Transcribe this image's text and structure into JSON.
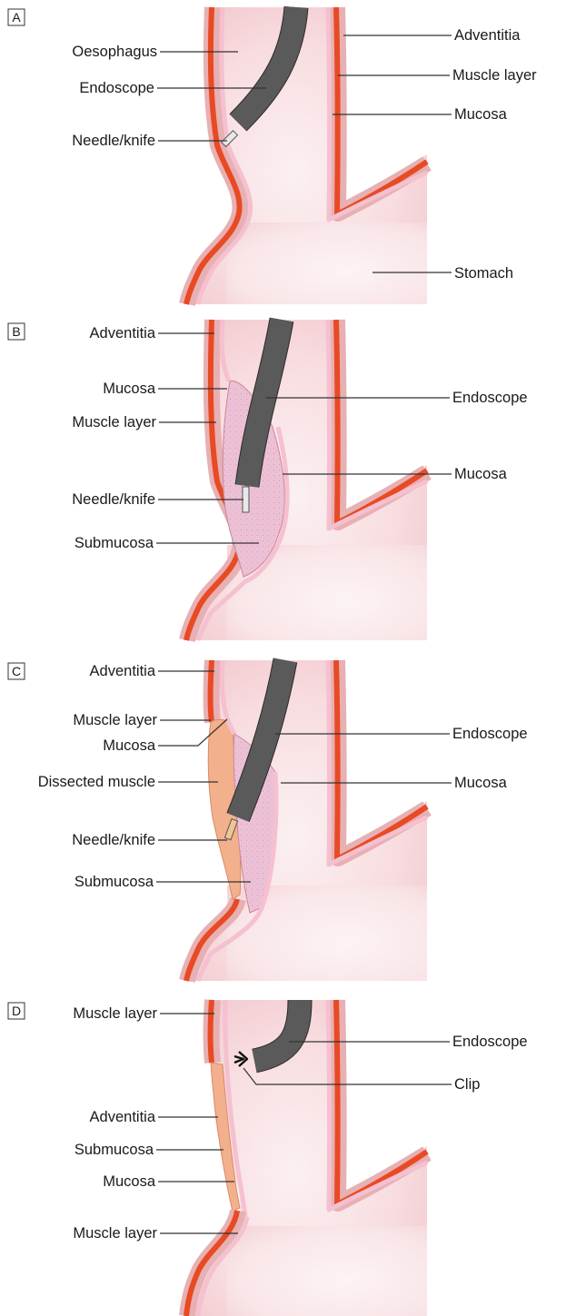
{
  "panels": [
    {
      "letter": "A",
      "labels_left": [
        "Oesophagus",
        "Endoscope",
        "Needle/knife"
      ],
      "labels_right": [
        "Adventitia",
        "Muscle layer",
        "Mucosa",
        "Stomach"
      ]
    },
    {
      "letter": "B",
      "labels_left": [
        "Adventitia",
        "Mucosa",
        "Muscle layer",
        "Needle/knife",
        "Submucosa"
      ],
      "labels_right": [
        "Endoscope",
        "Mucosa"
      ]
    },
    {
      "letter": "C",
      "labels_left": [
        "Adventitia",
        "Muscle layer",
        "Mucosa",
        "Dissected muscle",
        "Needle/knife",
        "Submucosa"
      ],
      "labels_right": [
        "Endoscope",
        "Mucosa"
      ]
    },
    {
      "letter": "D",
      "labels_left": [
        "Muscle layer",
        "Adventitia",
        "Submucosa",
        "Mucosa",
        "Muscle layer"
      ],
      "labels_right": [
        "Endoscope",
        "Clip"
      ]
    }
  ],
  "colors": {
    "lumen": "#f8dde0",
    "adventitia": "#e7b0b3",
    "muscle": "#e84a24",
    "mucosa": "#f5c0cf",
    "submucosa": "#ecbfd6",
    "dissected_muscle": "#f3b08c",
    "endoscope": "#5a5a5a"
  },
  "icons": [
    "panel-letter-box",
    "endoscope-shape",
    "needle-knife-tip",
    "clip-icon"
  ]
}
